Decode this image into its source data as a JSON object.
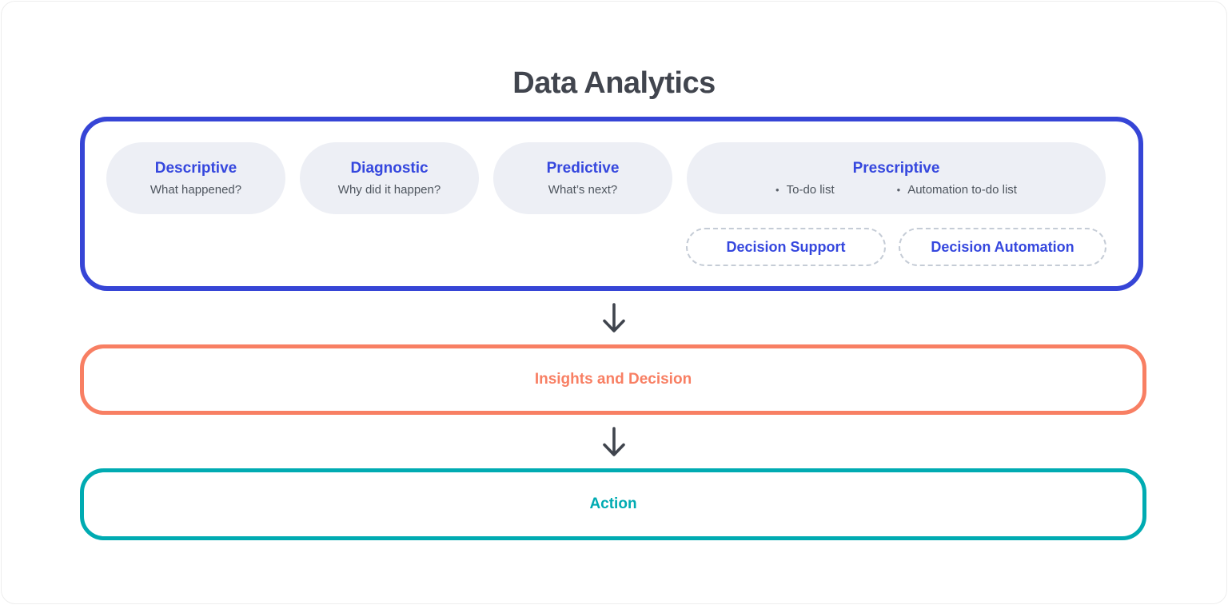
{
  "title": "Data Analytics",
  "glyphs": {
    "bullet": "•"
  },
  "colors": {
    "container_border": "#3645d6",
    "stage_label_text": "#3547de",
    "stage_pill_bg": "#edeff5",
    "subtitle_text": "#4e555e",
    "dashed_pill_border": "#c5ccd6",
    "insights_accent": "#f87f63",
    "action_accent": "#00abb2",
    "arrow": "#3f444d",
    "title_text": "#41454e"
  },
  "stages": [
    {
      "label": "Descriptive",
      "subtitle": "What happened?"
    },
    {
      "label": "Diagnostic",
      "subtitle": "Why did it happen?"
    },
    {
      "label": "Predictive",
      "subtitle": "What’s next?"
    },
    {
      "label": "Prescriptive",
      "bullets": [
        "To-do list",
        "Automation to-do list"
      ]
    }
  ],
  "decision_modes": [
    {
      "label": "Decision Support"
    },
    {
      "label": "Decision Automation"
    }
  ],
  "flow_steps": [
    {
      "label": "Insights and Decision"
    },
    {
      "label": "Action"
    }
  ]
}
